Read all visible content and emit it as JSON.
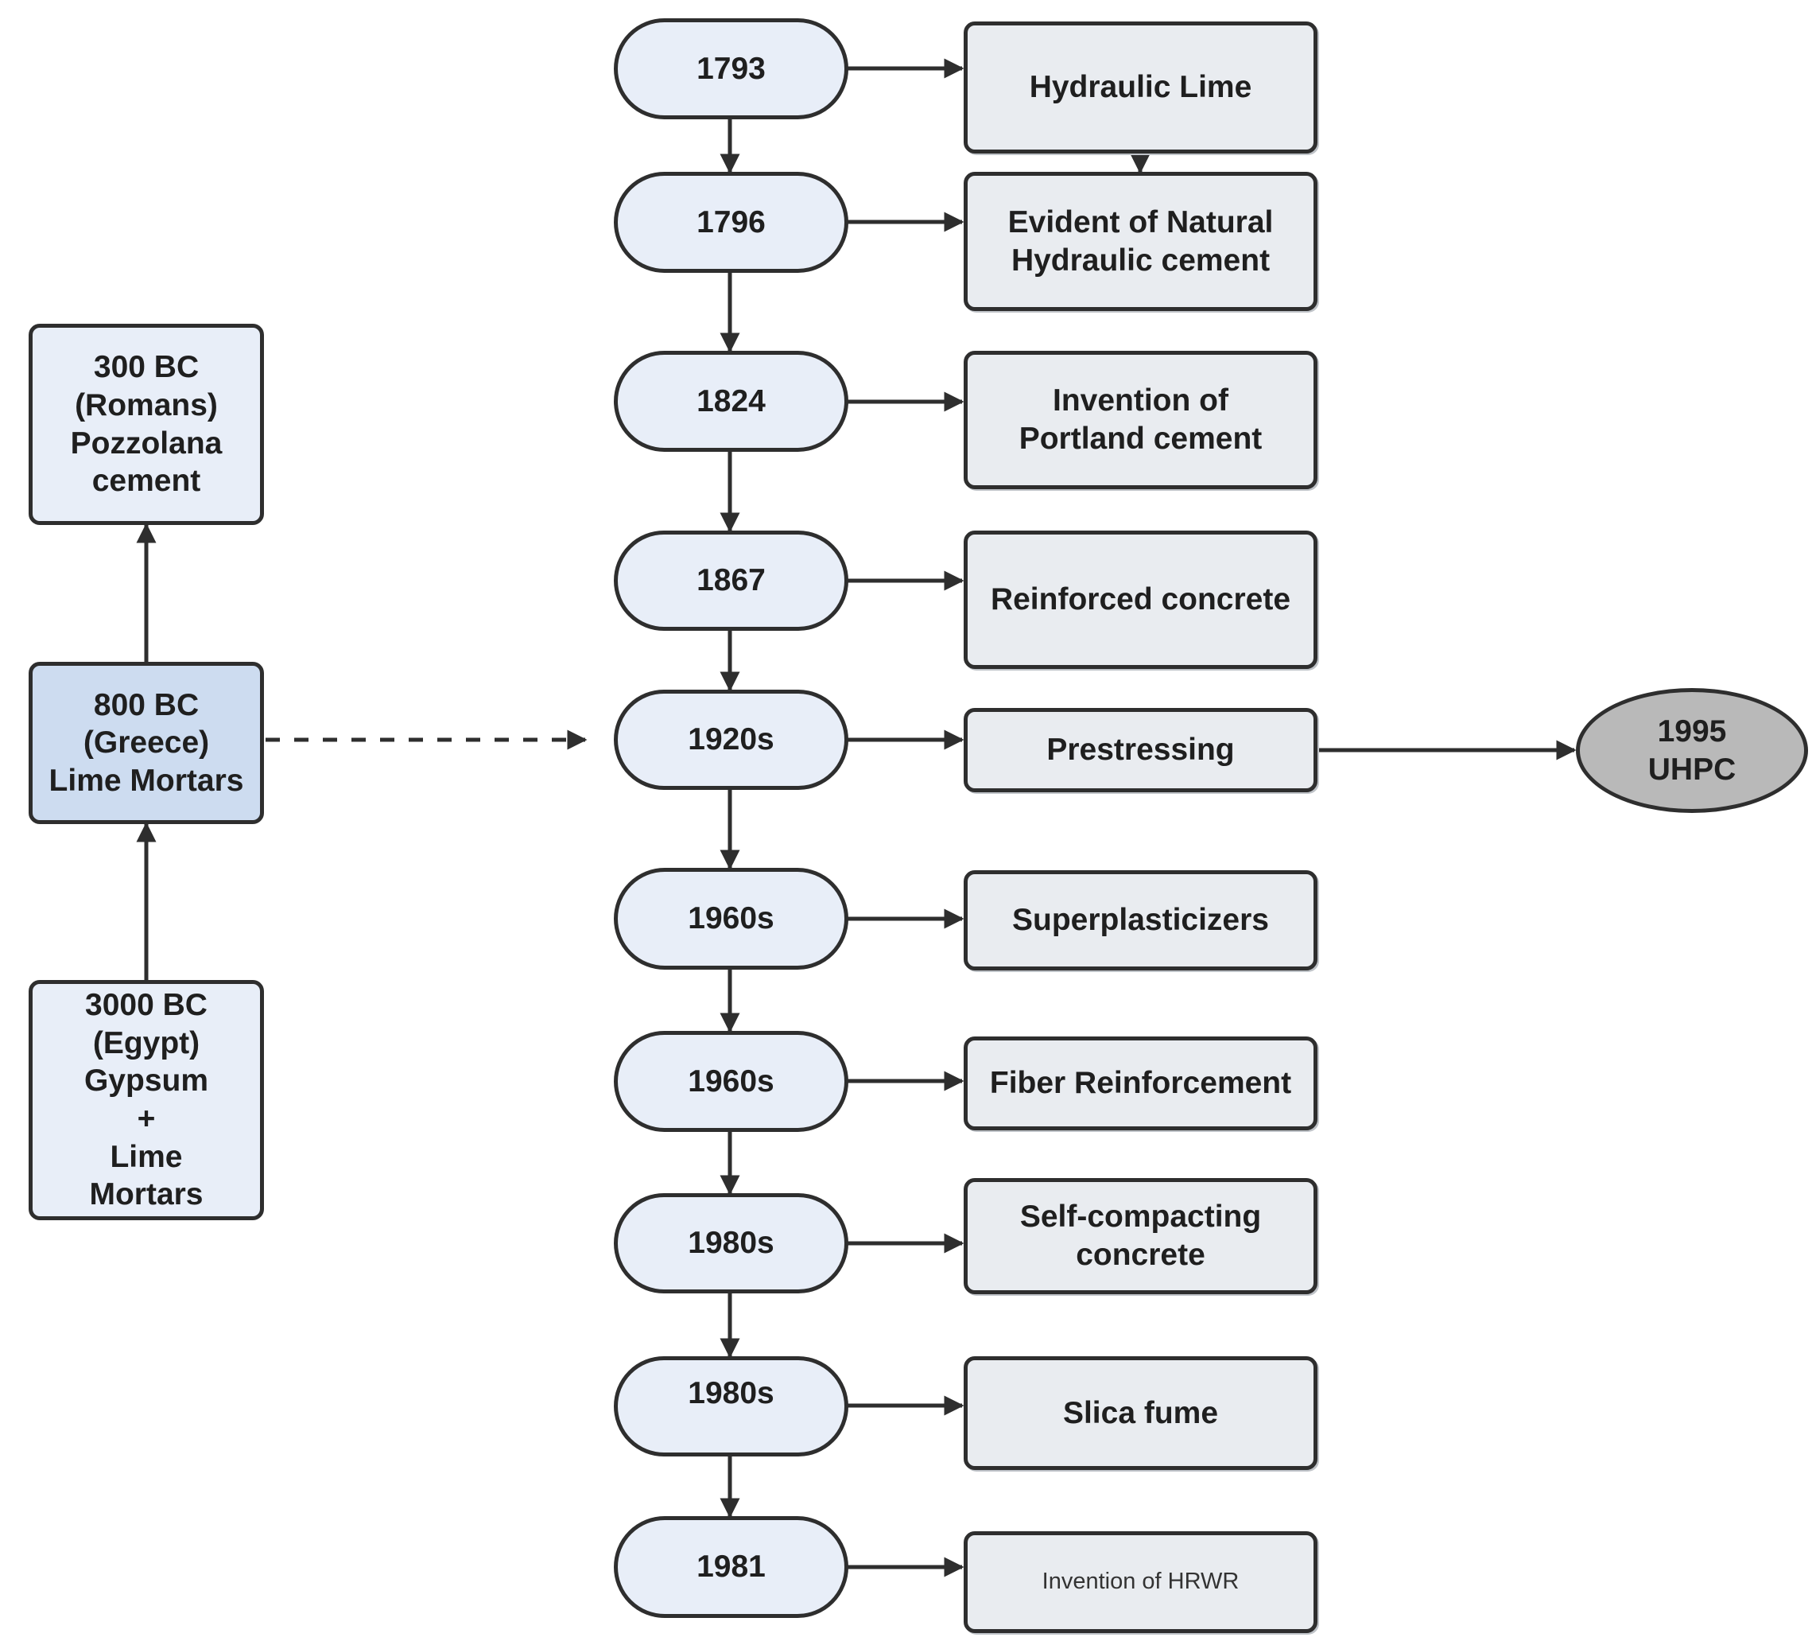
{
  "timeline": [
    {
      "year": "1793",
      "event": "Hydraulic Lime"
    },
    {
      "year": "1796",
      "event": "Evident of Natural\nHydraulic cement"
    },
    {
      "year": "1824",
      "event": "Invention of\nPortland cement"
    },
    {
      "year": "1867",
      "event": "Reinforced concrete"
    },
    {
      "year": "1920s",
      "event": "Prestressing"
    },
    {
      "year": "1960s",
      "event": "Superplasticizers"
    },
    {
      "year": "1960s",
      "event": "Fiber Reinforcement"
    },
    {
      "year": "1980s",
      "event": "Self-compacting\nconcrete"
    },
    {
      "year": "1980s",
      "event": "Slica fume"
    },
    {
      "year": "1981",
      "event": "Invention of HRWR"
    }
  ],
  "ancient": {
    "romans": "300 BC\n(Romans)\nPozzolana\ncement",
    "greece": "800 BC\n(Greece)\nLime Mortars",
    "egypt": "3000 BC\n(Egypt)\nGypsum\n+\nLime\nMortars"
  },
  "uhpc": "1995\nUHPC"
}
